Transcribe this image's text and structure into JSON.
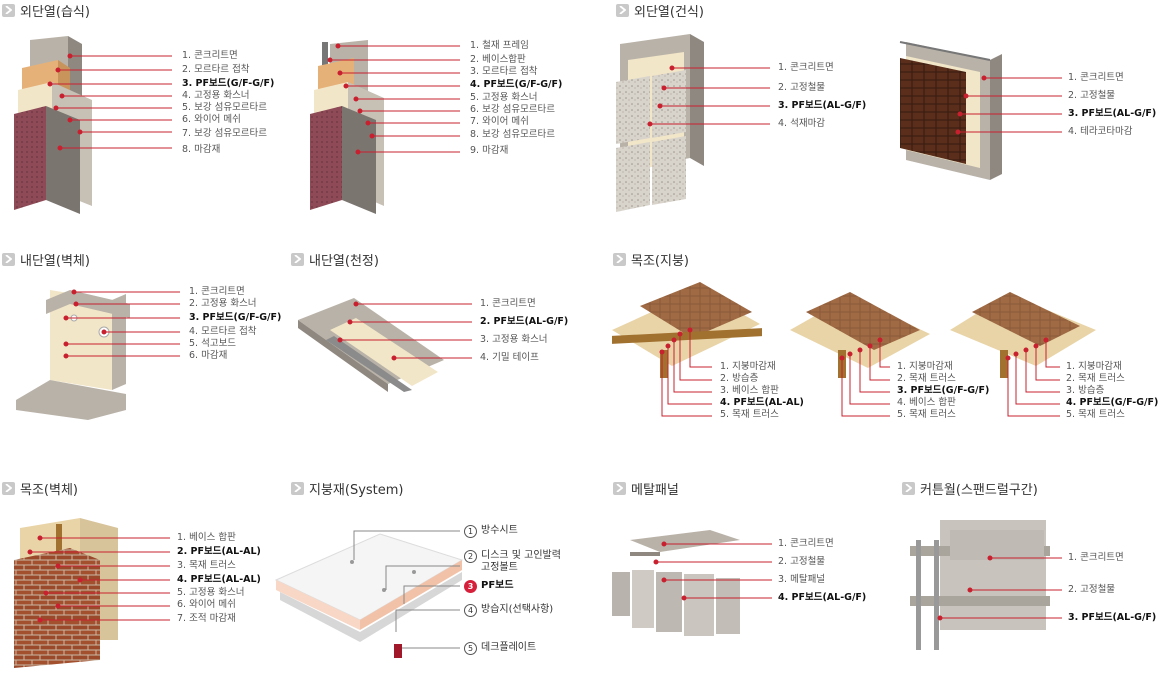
{
  "sections": [
    {
      "id": "ext-wet",
      "title": "외단열(습식)",
      "items": [
        "1. 콘크리트면",
        "2. 모르타르 접착",
        "3. PF보드(G/F-G/F)",
        "4. 고정용 화스너",
        "5. 보강 섬유모르타르",
        "6. 와이어 메쉬",
        "7. 보강 섬유모르타르",
        "8. 마감재"
      ],
      "highlight": [
        2
      ]
    },
    {
      "id": "ext-wet-2",
      "title": "",
      "items": [
        "1. 철재 프레임",
        "2. 베이스합판",
        "3. 모르타르 접착",
        "4. PF보드(G/F-G/F)",
        "5. 고정용 화스너",
        "6. 보강 섬유모르타르",
        "7. 와이어 메쉬",
        "8. 보강 섬유모르타르",
        "9. 마감재"
      ],
      "highlight": [
        3
      ]
    },
    {
      "id": "ext-dry",
      "title": "외단열(건식)",
      "items": [
        "1. 콘크리트면",
        "2. 고정철물",
        "3. PF보드(AL-G/F)",
        "4. 석재마감"
      ],
      "highlight": [
        2
      ]
    },
    {
      "id": "ext-dry-2",
      "title": "",
      "items": [
        "1. 콘크리트면",
        "2. 고정철물",
        "3. PF보드(AL-G/F)",
        "4. 테라코타마감"
      ],
      "highlight": [
        2
      ]
    },
    {
      "id": "int-wall",
      "title": "내단열(벽체)",
      "items": [
        "1. 콘크리트면",
        "2. 고정용 화스너",
        "3. PF보드(G/F-G/F)",
        "4. 모르타르 접착",
        "5. 석고보드",
        "6. 마감재"
      ],
      "highlight": [
        2
      ]
    },
    {
      "id": "int-ceil",
      "title": "내단열(천정)",
      "items": [
        "1. 콘크리트면",
        "2. PF보드(AL-G/F)",
        "3. 고정용 화스너",
        "4. 기밀 테이프"
      ],
      "highlight": [
        1
      ]
    },
    {
      "id": "wood-roof",
      "title": "목조(지붕)",
      "items": [],
      "highlight": []
    },
    {
      "id": "wood-roof-1",
      "title": "",
      "items": [
        "1. 지붕마감재",
        "2. 방습층",
        "3. 베이스 합판",
        "4. PF보드(AL-AL)",
        "5. 목재 트러스"
      ],
      "highlight": [
        3
      ]
    },
    {
      "id": "wood-roof-2",
      "title": "",
      "items": [
        "1. 지붕마감재",
        "2. 목재 트러스",
        "3. PF보드(G/F-G/F)",
        "4. 베이스 합판",
        "5. 목재 트러스"
      ],
      "highlight": [
        2
      ]
    },
    {
      "id": "wood-roof-3",
      "title": "",
      "items": [
        "1. 지붕마감재",
        "2. 목재 트러스",
        "3. 방습층",
        "4. PF보드(G/F-G/F)",
        "5. 목재 트러스"
      ],
      "highlight": [
        3
      ]
    },
    {
      "id": "wood-wall",
      "title": "목조(벽체)",
      "items": [
        "1. 베이스 합판",
        "2. PF보드(AL-AL)",
        "3. 목재 트러스",
        "4. PF보드(AL-AL)",
        "5. 고정용 화스너",
        "6. 와이어 메쉬",
        "7. 조적 마감재"
      ],
      "highlight": [
        1,
        3
      ]
    },
    {
      "id": "roof-system",
      "title": "지붕재(System)",
      "items": [],
      "highlight": []
    },
    {
      "id": "metal",
      "title": "메탈패널",
      "items": [
        "1. 콘크리트면",
        "2. 고정철물",
        "3. 메탈패널",
        "4. PF보드(AL-G/F)"
      ],
      "highlight": [
        3
      ]
    },
    {
      "id": "curtain",
      "title": "커튼월(스팬드럴구간)",
      "items": [
        "1. 콘크리트면",
        "2. 고정철물",
        "3. PF보드(AL-G/F)"
      ],
      "highlight": [
        2
      ]
    }
  ],
  "roof_system_items": [
    {
      "num": "①",
      "label": "방수시트"
    },
    {
      "num": "②",
      "label": "디스크 및 고인발력\n고정볼트"
    },
    {
      "num": "③",
      "label": "PF보드"
    },
    {
      "num": "④",
      "label": "방습지(선택사항)"
    },
    {
      "num": "⑤",
      "label": "데크플레이트"
    }
  ],
  "roof_system_highlight": 2,
  "colors": {
    "accent": "#c8202f",
    "chevron": "#c9c9c9",
    "concrete": "#b7b0a6",
    "insulation": "#f2e6c8",
    "brick": "#a0502e",
    "finish": "#8b4a5a"
  }
}
